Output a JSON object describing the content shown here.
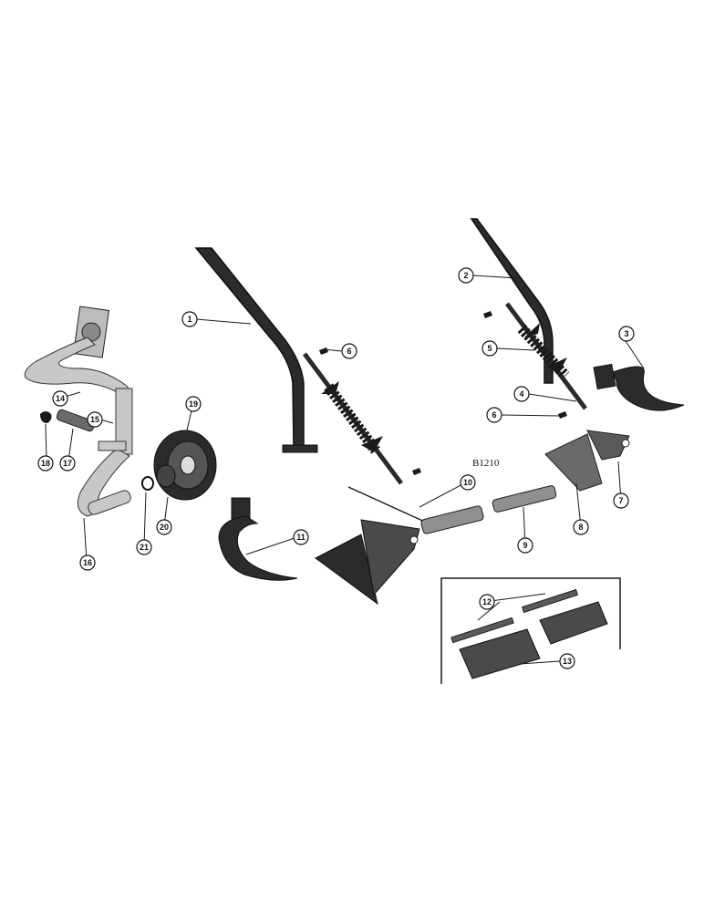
{
  "diagram": {
    "figure_code": "B1210",
    "callouts": [
      "1",
      "2",
      "3",
      "4",
      "5",
      "6",
      "6",
      "7",
      "8",
      "9",
      "10",
      "11",
      "12",
      "13",
      "14",
      "15",
      "16",
      "17",
      "18",
      "19",
      "20",
      "21"
    ],
    "colors": {
      "ink": "#1a1a1a",
      "part_fill": "#2b2b2b",
      "light_part": "#9a9a9a",
      "background": "#ffffff"
    }
  }
}
